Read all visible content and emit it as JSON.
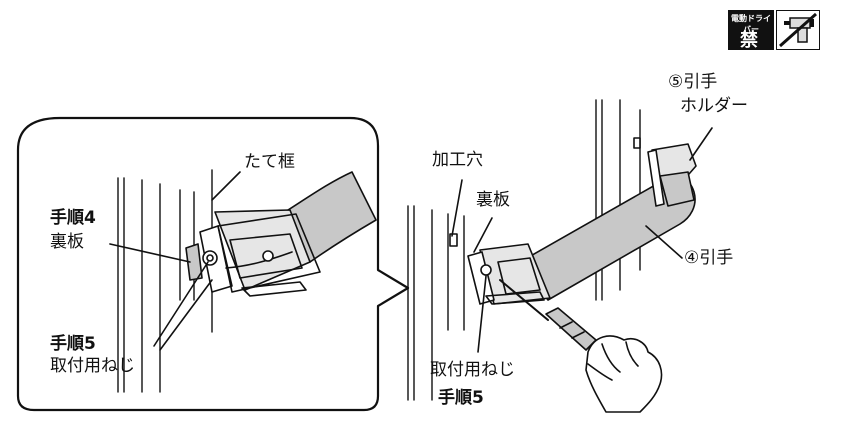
{
  "badge": {
    "top_text": "電動ドライバー",
    "main_text": "禁 止",
    "icon": "no-power-drill-icon"
  },
  "callout": {
    "frame_label": "たて框",
    "step4_label": "手順4",
    "back_plate_label": "裏板",
    "step5_label": "手順5",
    "screw_label": "取付用ねじ"
  },
  "main": {
    "hole_label": "加工穴",
    "back_plate_label": "裏板",
    "holder_label_line1": "⑤引手",
    "holder_label_line2": "ホルダー",
    "handle_label": "④引手",
    "screw_label": "取付用ねじ",
    "step5_label": "手順5"
  },
  "colors": {
    "ink": "#111111",
    "handle_fill": "#c8c8c8",
    "bracket_fill": "#e6e6e6"
  }
}
